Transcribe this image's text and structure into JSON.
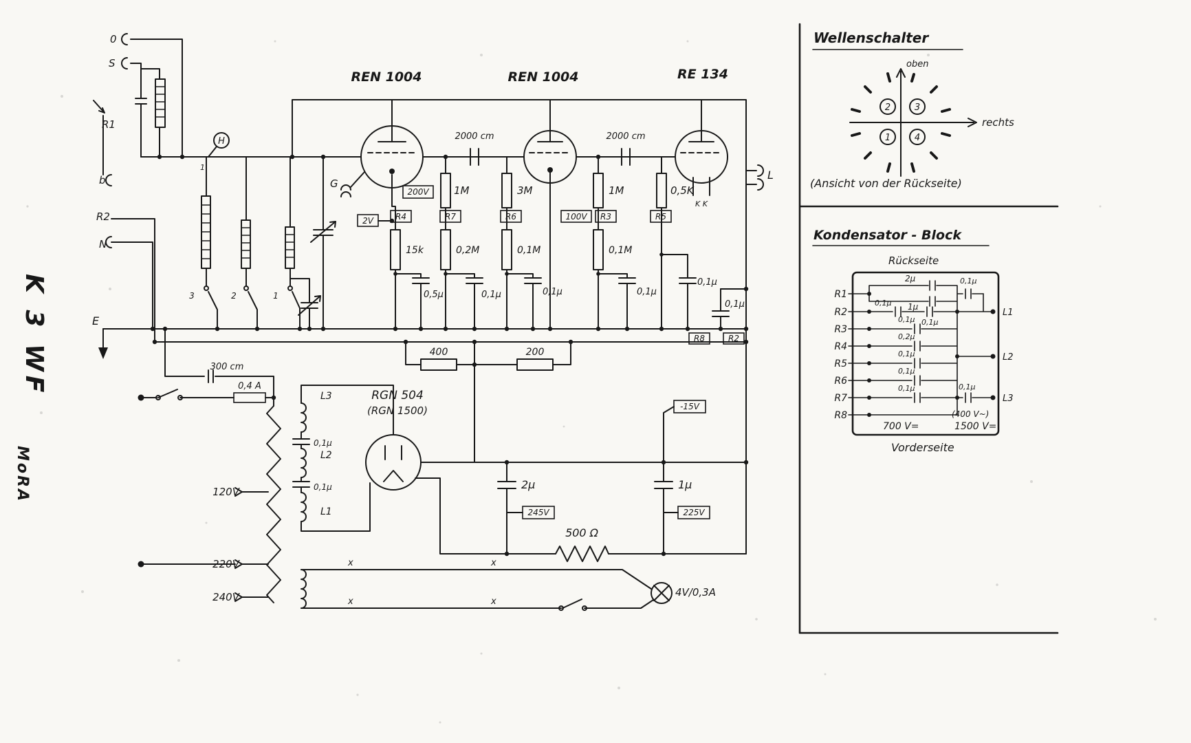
{
  "page": {
    "model": "K 3 WF",
    "brand": "MoRA"
  },
  "tubes": {
    "v1": "REN 1004",
    "v2": "REN 1004",
    "v3": "RE 134",
    "rect": "RGN 504",
    "rect_alt": "(RGN 1500)"
  },
  "terminals": {
    "a0": "0",
    "aS": "S",
    "r1": "R1",
    "b": "b",
    "r2": "R2",
    "n": "N",
    "e": "E",
    "g": "G",
    "h": "H",
    "l": "L",
    "kk": "K   K"
  },
  "band_switch": {
    "c3": "3",
    "c2": "2",
    "c1": "1",
    "tap": "1"
  },
  "coupling": {
    "c1": "2000 cm",
    "c2": "2000 cm"
  },
  "values": {
    "g1": "1M",
    "g2": "3M",
    "g3": "1M",
    "g4": "0,5K",
    "r4": "15k",
    "r7": "0,2M",
    "r6": "0,1M",
    "r3": "0,1M",
    "c1": "0,5µ",
    "c2": "0,1µ",
    "c3": "0,1µ",
    "c4": "0,1µ",
    "c5": "0,1µ",
    "c6": "0,1µ",
    "k1": "400",
    "k2": "200",
    "c300": "300 cm",
    "fuse": "0,4 A",
    "cl3": "0,1µ",
    "cl2": "0,1µ",
    "f2": "2µ",
    "f1": "1µ",
    "r500": "500 Ω",
    "lamp": "4V/0,3A"
  },
  "boxes": {
    "v200": "200V",
    "v2": "2V",
    "r4": "R4",
    "r7": "R7",
    "r6": "R6",
    "v100": "100V",
    "r3": "R3",
    "r5": "R5",
    "r8": "R8",
    "r2": "R2",
    "neg": "-15V",
    "v245": "245V",
    "v225": "225V"
  },
  "transformer": {
    "t120": "120V",
    "t220": "220V",
    "t240": "240V",
    "l3": "L3",
    "l2": "L2",
    "l1": "L1",
    "x": "x"
  },
  "panel_switch": {
    "title": "Wellenschalter",
    "top": "oben",
    "right": "rechts",
    "q2": "2",
    "q3": "3",
    "q1": "1",
    "q4": "4",
    "caption": "(Ansicht von der Rückseite)"
  },
  "panel_block": {
    "title": "Kondensator - Block",
    "back": "Rückseite",
    "front": "Vorderseite",
    "rows": [
      "R1",
      "R2",
      "R3",
      "R4",
      "R5",
      "R6",
      "R7",
      "R8"
    ],
    "c_2u": "2µ",
    "c_1u": "1µ",
    "c_01_r1": "0,1µ",
    "c_01_r2a": "0,1µ",
    "c_01_r2b": "0,1µ",
    "c_01_r3": "0,1µ",
    "c_02_r4": "0,2µ",
    "c_01_r5": "0,1µ",
    "c_01_r6": "0,1µ",
    "c_01_r7": "0,1µ",
    "c_01_l3": "0,1µ",
    "l1": "L1",
    "l2": "L2",
    "l3": "L3",
    "v700": "700 V=",
    "v400": "(400 V~)",
    "v1500": "1500 V="
  }
}
